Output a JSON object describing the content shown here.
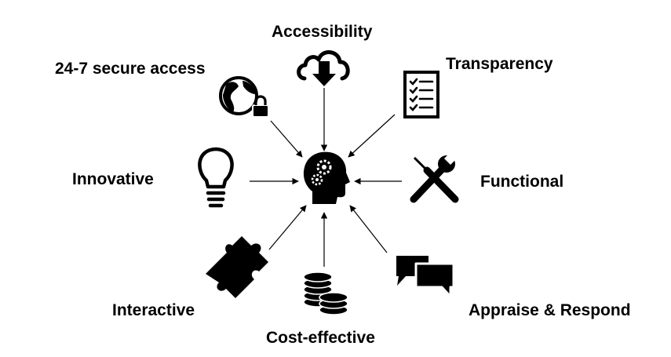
{
  "colors": {
    "ink": "#000000",
    "background": "#ffffff"
  },
  "center": {
    "icon": "head-with-gears-icon"
  },
  "nodes": [
    {
      "id": "accessibility",
      "label": "Accessibility",
      "icon": "cloud-download-icon"
    },
    {
      "id": "transparency",
      "label": "Transparency",
      "icon": "checklist-icon"
    },
    {
      "id": "functional",
      "label": "Functional",
      "icon": "wrench-screwdriver-icon"
    },
    {
      "id": "appraise",
      "label": "Appraise & Respond",
      "icon": "chat-bubbles-icon"
    },
    {
      "id": "cost",
      "label": "Cost-effective",
      "icon": "coin-stacks-icon"
    },
    {
      "id": "interactive",
      "label": "Interactive",
      "icon": "puzzle-piece-icon"
    },
    {
      "id": "innovative",
      "label": "Innovative",
      "icon": "lightbulb-icon"
    },
    {
      "id": "secure",
      "label": "24-7 secure access",
      "icon": "globe-lock-icon"
    }
  ]
}
